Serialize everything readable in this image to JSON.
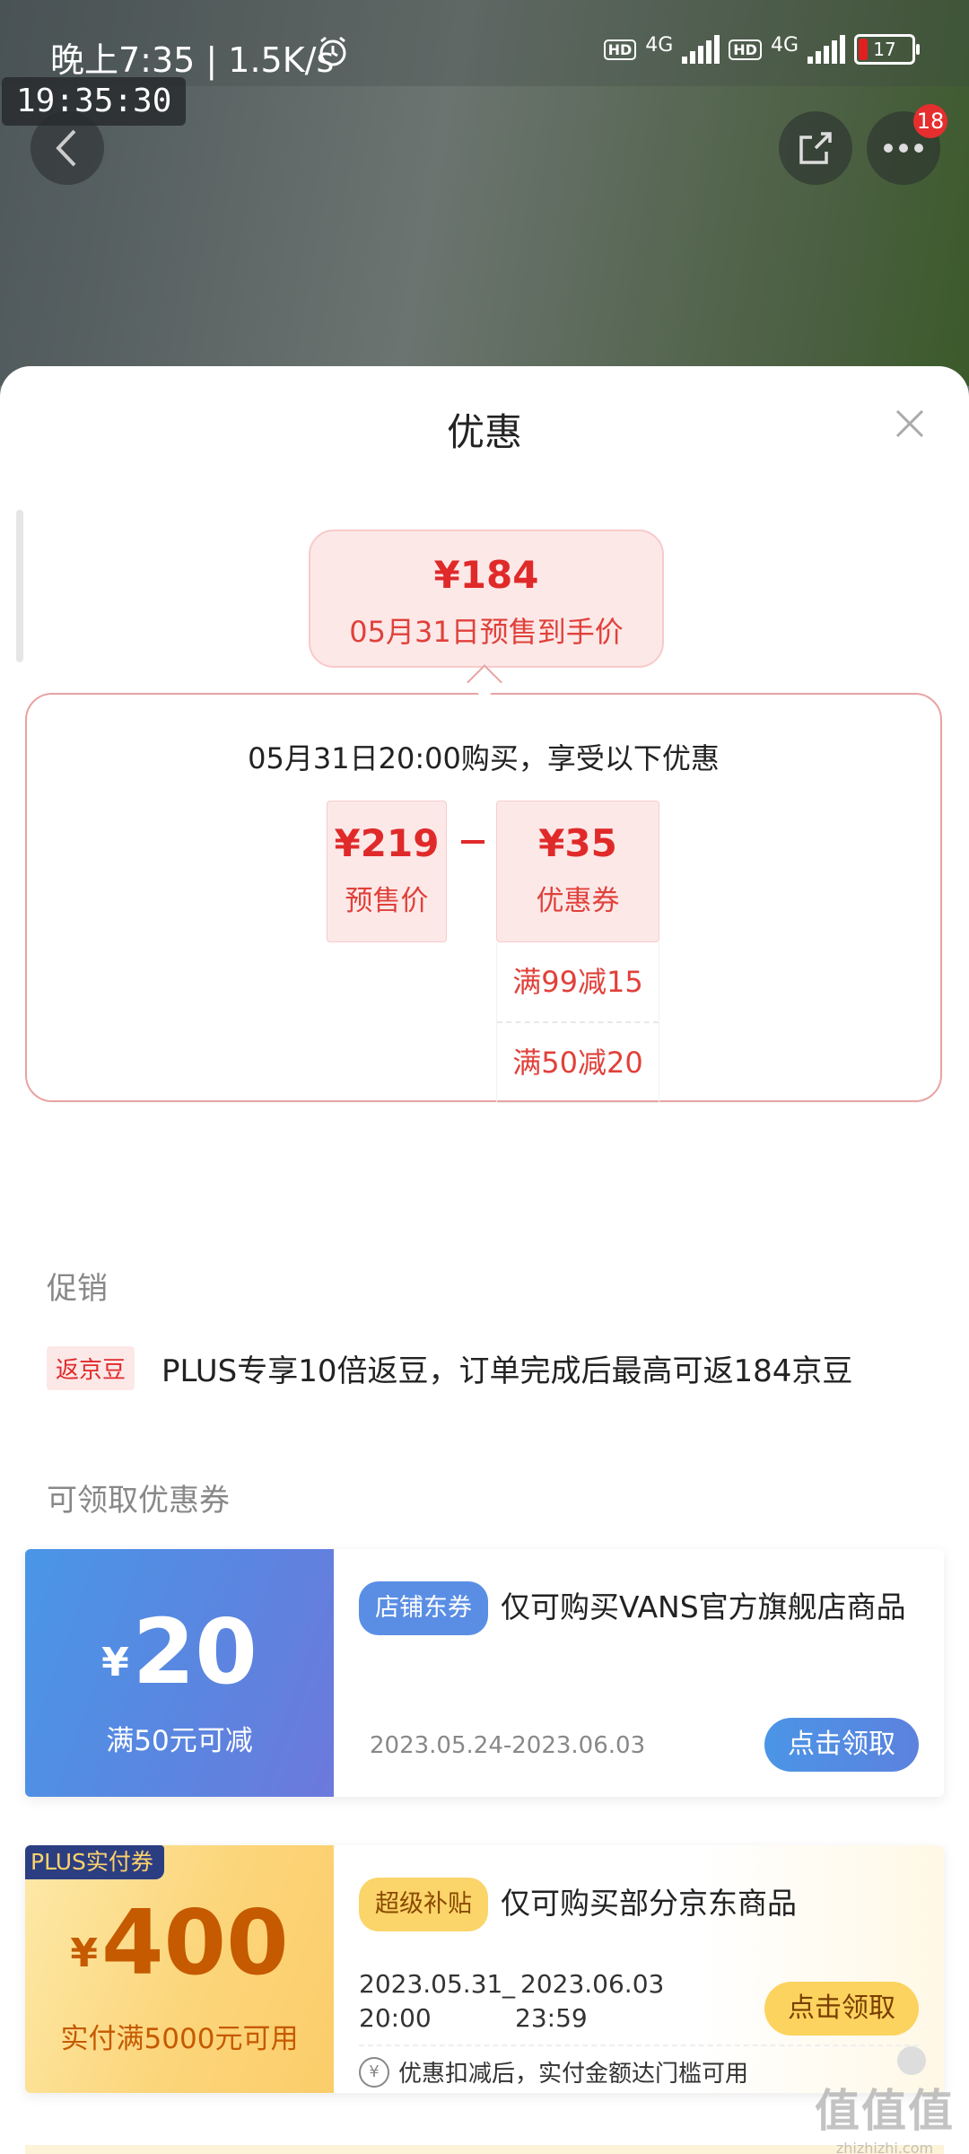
{
  "status_bar": {
    "time_speed": "晚上7:35 | 1.5K/s",
    "network_1": "4G",
    "network_2": "4G",
    "hd_label": "HD",
    "battery": "17"
  },
  "overlay_clock": "19:35:30",
  "nav": {
    "back_icon": "chevron-left-icon",
    "share_icon": "share-icon",
    "more_icon": "more-dots-icon",
    "notification_count": "18"
  },
  "sheet": {
    "title": "优惠",
    "final_price": {
      "amount": "¥184",
      "label": "05月31日预售到手价"
    },
    "calc": {
      "title": "05月31日20:00购买，享受以下优惠",
      "presale": {
        "value": "¥219",
        "label": "预售价"
      },
      "coupon": {
        "value": "¥35",
        "label": "优惠券"
      },
      "rules": [
        "满99减15",
        "满50减20"
      ]
    },
    "promo_section": {
      "label": "促销",
      "tag": "返京豆",
      "text": "PLUS专享10倍返豆，订单完成后最高可返184京豆"
    },
    "coupon_section": {
      "label": "可领取优惠券",
      "coupons": [
        {
          "currency": "¥",
          "amount": "20",
          "condition": "满50元可减",
          "tag": "店铺东券",
          "desc": "仅可购买VANS官方旗舰店商品",
          "date_range": "2023.05.24-2023.06.03",
          "button": "点击领取"
        },
        {
          "plus_tag": "PLUS实付券",
          "currency": "¥",
          "amount": "400",
          "condition": "实付满5000元可用",
          "tag": "超级补贴",
          "desc": "仅可购买部分京东商品",
          "date_start": "2023.05.31",
          "date_sep": "_",
          "date_end": "2023.06.03",
          "time_start": "20:00",
          "time_end": "23:59",
          "note": "优惠扣减后，实付金额达门槛可用",
          "button": "点击领取"
        }
      ]
    }
  },
  "watermark": {
    "main": "值值值",
    "sub": "zhizhizhi.com"
  },
  "colors": {
    "accent_red": "#e02a2a",
    "coupon_blue": "#5a8ee4",
    "coupon_gold": "#fbd35e"
  }
}
